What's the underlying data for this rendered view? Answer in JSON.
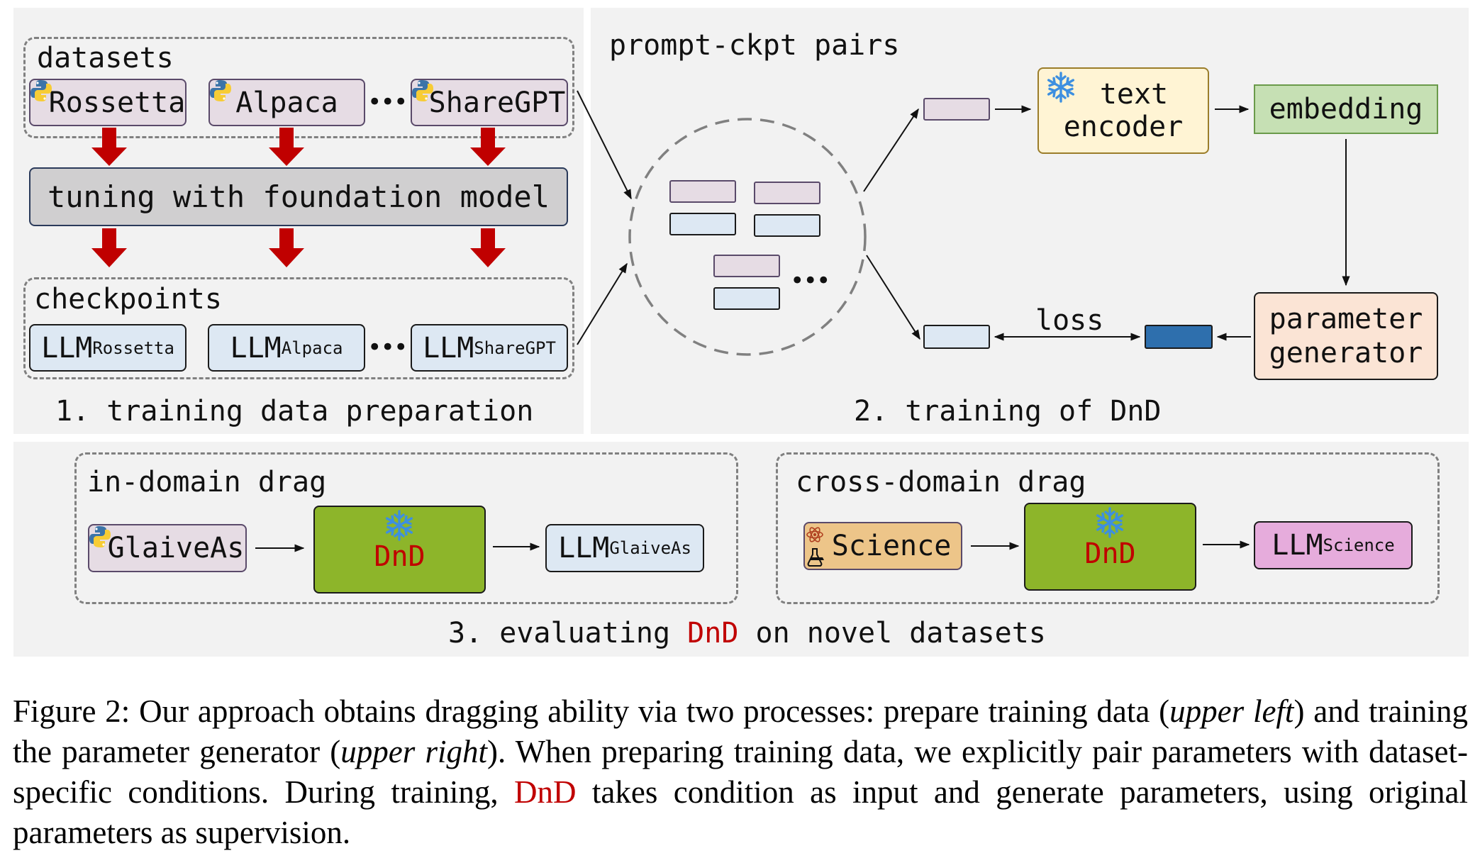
{
  "figure": {
    "panel1": {
      "datasets_label": "datasets",
      "datasets": [
        "Rossetta",
        "Alpaca",
        "ShareGPT"
      ],
      "ellipsis": "•••",
      "tuning_label": "tuning with foundation model",
      "checkpoints_label": "checkpoints",
      "checkpoints": [
        {
          "base": "LLM",
          "sub": "Rossetta"
        },
        {
          "base": "LLM",
          "sub": "Alpaca"
        },
        {
          "base": "LLM",
          "sub": "ShareGPT"
        }
      ],
      "title": "1. training data preparation"
    },
    "panel2": {
      "pairs_label": "prompt-ckpt pairs",
      "pairs_ellipsis": "•••",
      "text_encoder_line1": "text",
      "text_encoder_line2": "encoder",
      "embedding_label": "embedding",
      "param_gen_line1": "parameter",
      "param_gen_line2": "generator",
      "loss_label": "loss",
      "title": "2. training of DnD"
    },
    "panel3": {
      "in_domain_label": "in-domain drag",
      "in_domain_input": "GlaiveAs",
      "in_domain_model": "DnD",
      "in_domain_output": {
        "base": "LLM",
        "sub": "GlaiveAs"
      },
      "cross_domain_label": "cross-domain drag",
      "cross_domain_input": "Science",
      "cross_domain_model": "DnD",
      "cross_domain_output": {
        "base": "LLM",
        "sub": "Science"
      },
      "title_prefix": "3. evaluating ",
      "title_highlight": "DnD",
      "title_suffix": " on novel datasets"
    },
    "icons": {
      "dataset_icon": "python-logo-icon",
      "frozen_icon": "snowflake-icon",
      "science_icon": "atom-flask-icon"
    },
    "colors": {
      "panel_bg": "#f2f2f2",
      "dataset_fill": "#e6dce4",
      "checkpoint_fill": "#dde8f3",
      "tuning_fill": "#d0cfd0",
      "text_encoder_fill": "#fff4d4",
      "embedding_fill": "#c6e0b4",
      "param_gen_fill": "#fbe4d5",
      "generated_param_fill": "#2e6fad",
      "dnd_fill": "#8db52a",
      "science_fill": "#edc589",
      "llm_science_fill": "#e6acdc",
      "accent_red": "#c00000",
      "arrow_red": "#c00000",
      "snowflake_blue": "#3d8fe0"
    }
  },
  "caption": {
    "prefix": "Figure 2: Our approach obtains dragging ability via two processes: prepare training data (",
    "italic1": "upper left",
    "mid1": ") and training the parameter generator (",
    "italic2": "upper right",
    "mid2": "). When preparing training data, we explicitly pair parameters with dataset-specific conditions. During training, ",
    "highlight": "DnD",
    "suffix": " takes condition as input and generate parameters, using original parameters as supervision."
  }
}
